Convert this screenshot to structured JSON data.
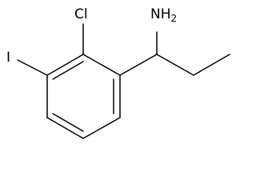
{
  "molecule": {
    "atoms": {
      "amine": "NH",
      "amine_subscript": "2",
      "chlorine": "Cl",
      "iodine": "I"
    },
    "colors": {
      "bond": "#000000",
      "label": "#000000",
      "background": "#ffffff"
    }
  }
}
